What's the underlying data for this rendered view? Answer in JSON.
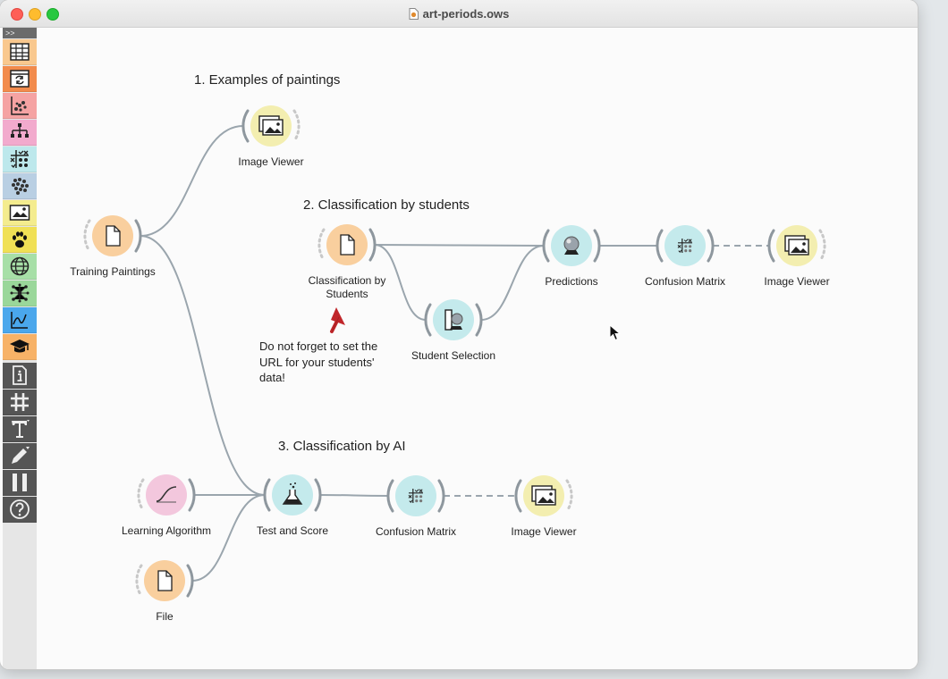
{
  "window": {
    "title": "art-periods.ows"
  },
  "toolbox": {
    "collapse_label": ">>",
    "categories": [
      {
        "name": "data",
        "color": "#f9c88e",
        "icon": "table-icon"
      },
      {
        "name": "transform",
        "color": "#f28b4c",
        "icon": "transform-icon"
      },
      {
        "name": "visualize",
        "color": "#f5a3a3",
        "icon": "scatter-plot-icon"
      },
      {
        "name": "model",
        "color": "#f2aacd",
        "icon": "tree-icon"
      },
      {
        "name": "evaluate",
        "color": "#bde8ec",
        "icon": "confusion-matrix-icon"
      },
      {
        "name": "unsupervised",
        "color": "#b9cfe3",
        "icon": "clusters-icon"
      },
      {
        "name": "image-analytics",
        "color": "#f4ec8e",
        "icon": "image-icon"
      },
      {
        "name": "educational",
        "color": "#f0e055",
        "icon": "paw-icon"
      },
      {
        "name": "geo",
        "color": "#a7dfa7",
        "icon": "globe-icon"
      },
      {
        "name": "network",
        "color": "#9ad79a",
        "icon": "network-icon"
      },
      {
        "name": "timeseries",
        "color": "#4aa7ec",
        "icon": "line-chart-icon"
      },
      {
        "name": "education",
        "color": "#f7b267",
        "icon": "graduation-cap-icon"
      }
    ],
    "tools": [
      "info-icon",
      "hash-icon",
      "text-annotation-icon",
      "pen-arrow-icon",
      "pause-icon",
      "help-icon"
    ]
  },
  "canvas": {
    "sections": [
      "1. Examples of paintings",
      "2. Classification by students",
      "3. Classification by AI"
    ],
    "note": "Do not forget to set the URL for your students' data!",
    "nodes": [
      {
        "id": "training",
        "label": "Training Paintings",
        "icon": "file-icon",
        "color": "#f9cf9e"
      },
      {
        "id": "iv1",
        "label": "Image Viewer",
        "icon": "image-viewer-icon",
        "color": "#f3eeb0"
      },
      {
        "id": "cls_students",
        "label": "Classification by Students",
        "icon": "file-icon",
        "color": "#f9cf9e"
      },
      {
        "id": "student_sel",
        "label": "Student Selection",
        "icon": "selection-icon",
        "color": "#c4eaec"
      },
      {
        "id": "predictions",
        "label": "Predictions",
        "icon": "crystal-ball-icon",
        "color": "#c4eaec"
      },
      {
        "id": "cm1",
        "label": "Confusion Matrix",
        "icon": "confusion-matrix-icon",
        "color": "#c4eaec"
      },
      {
        "id": "iv2",
        "label": "Image Viewer",
        "icon": "image-viewer-icon",
        "color": "#f3eeb0"
      },
      {
        "id": "learner",
        "label": "Learning Algorithm",
        "icon": "learner-icon",
        "color": "#f3c7dd"
      },
      {
        "id": "tas",
        "label": "Test and Score",
        "icon": "flask-icon",
        "color": "#c4eaec"
      },
      {
        "id": "cm2",
        "label": "Confusion Matrix",
        "icon": "confusion-matrix-icon",
        "color": "#c4eaec"
      },
      {
        "id": "iv3",
        "label": "Image Viewer",
        "icon": "image-viewer-icon",
        "color": "#f3eeb0"
      },
      {
        "id": "file",
        "label": "File",
        "icon": "file-icon",
        "color": "#f9cf9e"
      }
    ],
    "links": [
      {
        "from": "training",
        "to": "iv1",
        "style": "solid"
      },
      {
        "from": "training",
        "to": "tas",
        "style": "solid"
      },
      {
        "from": "cls_students",
        "to": "predictions",
        "style": "solid"
      },
      {
        "from": "cls_students",
        "to": "student_sel",
        "style": "solid"
      },
      {
        "from": "student_sel",
        "to": "predictions",
        "style": "solid"
      },
      {
        "from": "predictions",
        "to": "cm1",
        "style": "solid"
      },
      {
        "from": "cm1",
        "to": "iv2",
        "style": "dashed"
      },
      {
        "from": "learner",
        "to": "tas",
        "style": "solid"
      },
      {
        "from": "file",
        "to": "tas",
        "style": "solid"
      },
      {
        "from": "tas",
        "to": "cm2",
        "style": "solid"
      },
      {
        "from": "cm2",
        "to": "iv3",
        "style": "dashed"
      }
    ]
  }
}
